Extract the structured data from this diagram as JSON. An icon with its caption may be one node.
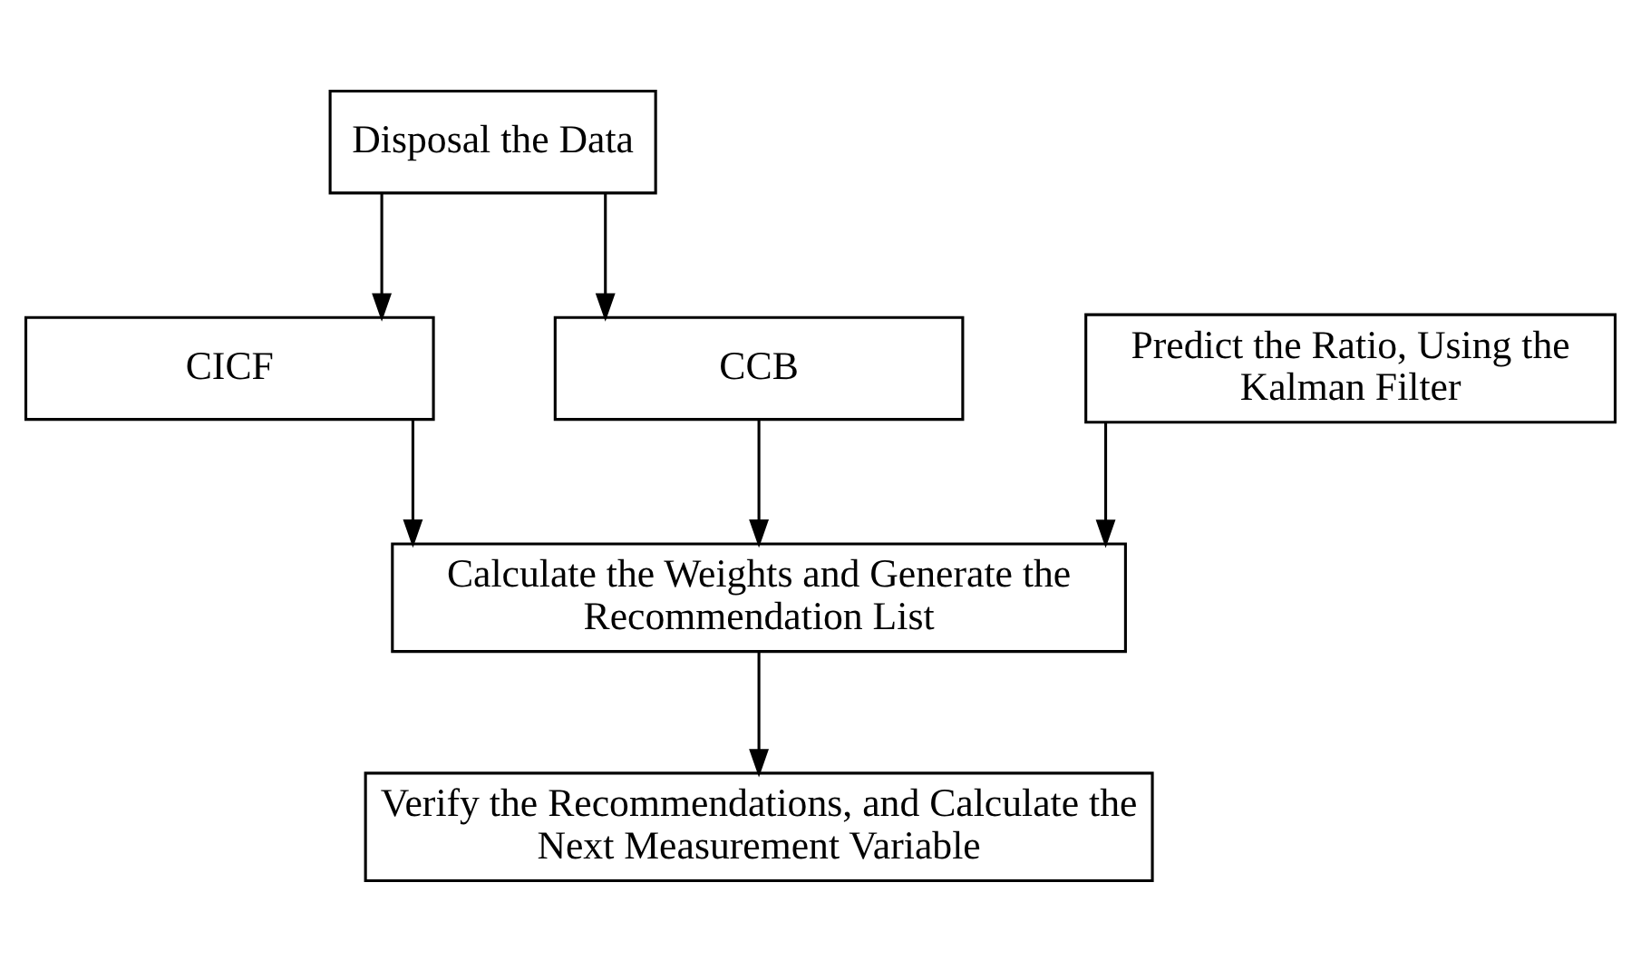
{
  "diagram": {
    "nodes": [
      {
        "text": [
          "Disposal the Data"
        ]
      },
      {
        "text": [
          "CICF"
        ]
      },
      {
        "text": [
          "CCB"
        ]
      },
      {
        "text": [
          "Predict the Ratio, Using the Kalman Filter"
        ]
      },
      {
        "text": [
          "Calculate the Weights and Generate the Recommendation List"
        ]
      },
      {
        "text": [
          "Verify the Recommendations, and Calculate the Next Measurement Variable"
        ]
      }
    ],
    "edges": [
      {
        "from": 0,
        "to": 1,
        "arrow": "to"
      },
      {
        "from": 0,
        "to": 2,
        "arrow": "to"
      },
      {
        "from": 1,
        "to": 4,
        "arrow": "to"
      },
      {
        "from": 2,
        "to": 4,
        "arrow": "to"
      },
      {
        "from": 3,
        "to": 4,
        "arrow": "to"
      },
      {
        "from": 4,
        "to": 5,
        "arrow": "to"
      }
    ]
  }
}
